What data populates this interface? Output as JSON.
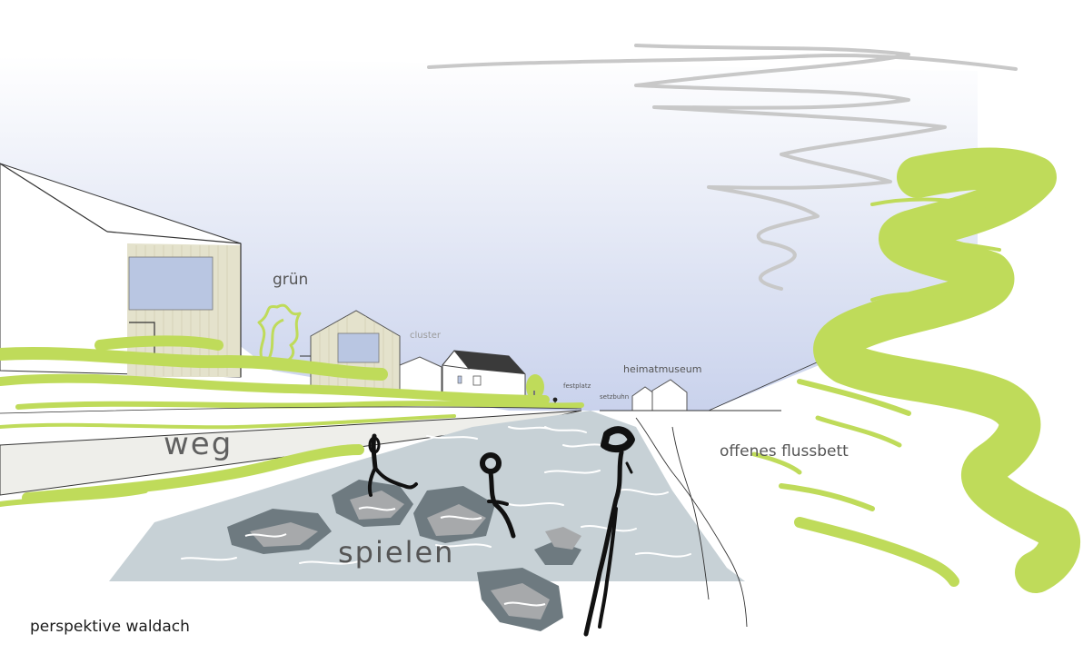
{
  "labels": {
    "gruen": "grün",
    "cluster": "cluster",
    "festplatz": "festplatz",
    "setzbuhn": "setzbuhn",
    "heimatmuseum": "heimatmuseum",
    "weg": "weg",
    "spielen": "spielen",
    "offenes_flussbett": "offenes flussbett",
    "title": "perspektive waldach"
  },
  "colors": {
    "sky_top": "#ffffff",
    "sky_bottom": "#c9d2ec",
    "water": "#c7d1d6",
    "accent_green": "#bfdb5a",
    "path": "#eeeeea",
    "rock_dark": "#6e7a80",
    "rock_light": "#a7a9ab",
    "figure": "#111111",
    "scribble_gray": "#c8c8c8",
    "timber": "#e4e2cc",
    "window": "#b9c6e2"
  }
}
